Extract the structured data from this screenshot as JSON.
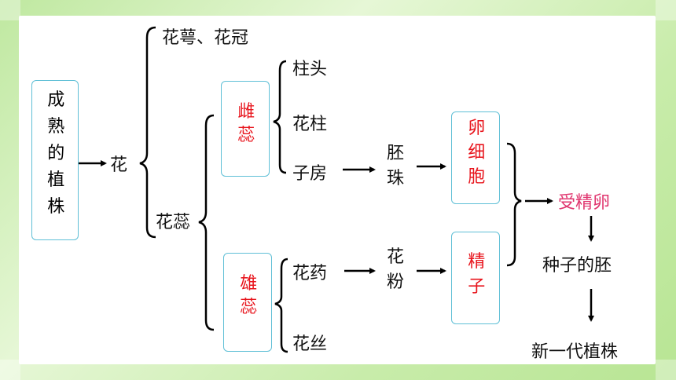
{
  "nodes": {
    "mature_plant": "成熟的植株",
    "flower": "花",
    "sepal_petal": "花萼、花冠",
    "stamen_pistil": "花蕊",
    "pistil": "雌蕊",
    "stamen": "雄蕊",
    "stigma": "柱头",
    "style": "花柱",
    "ovary": "子房",
    "ovule": "胚珠",
    "egg_cell": "卵细胞",
    "anther": "花药",
    "filament": "花丝",
    "pollen": "花粉",
    "sperm": "精子",
    "zygote": "受精卵",
    "embryo": "种子的胚",
    "new_plant": "新一代植株"
  },
  "colors": {
    "highlight_red": "#e8151d",
    "highlight_pink": "#e0366f",
    "box_border": "#5fbfd6"
  }
}
